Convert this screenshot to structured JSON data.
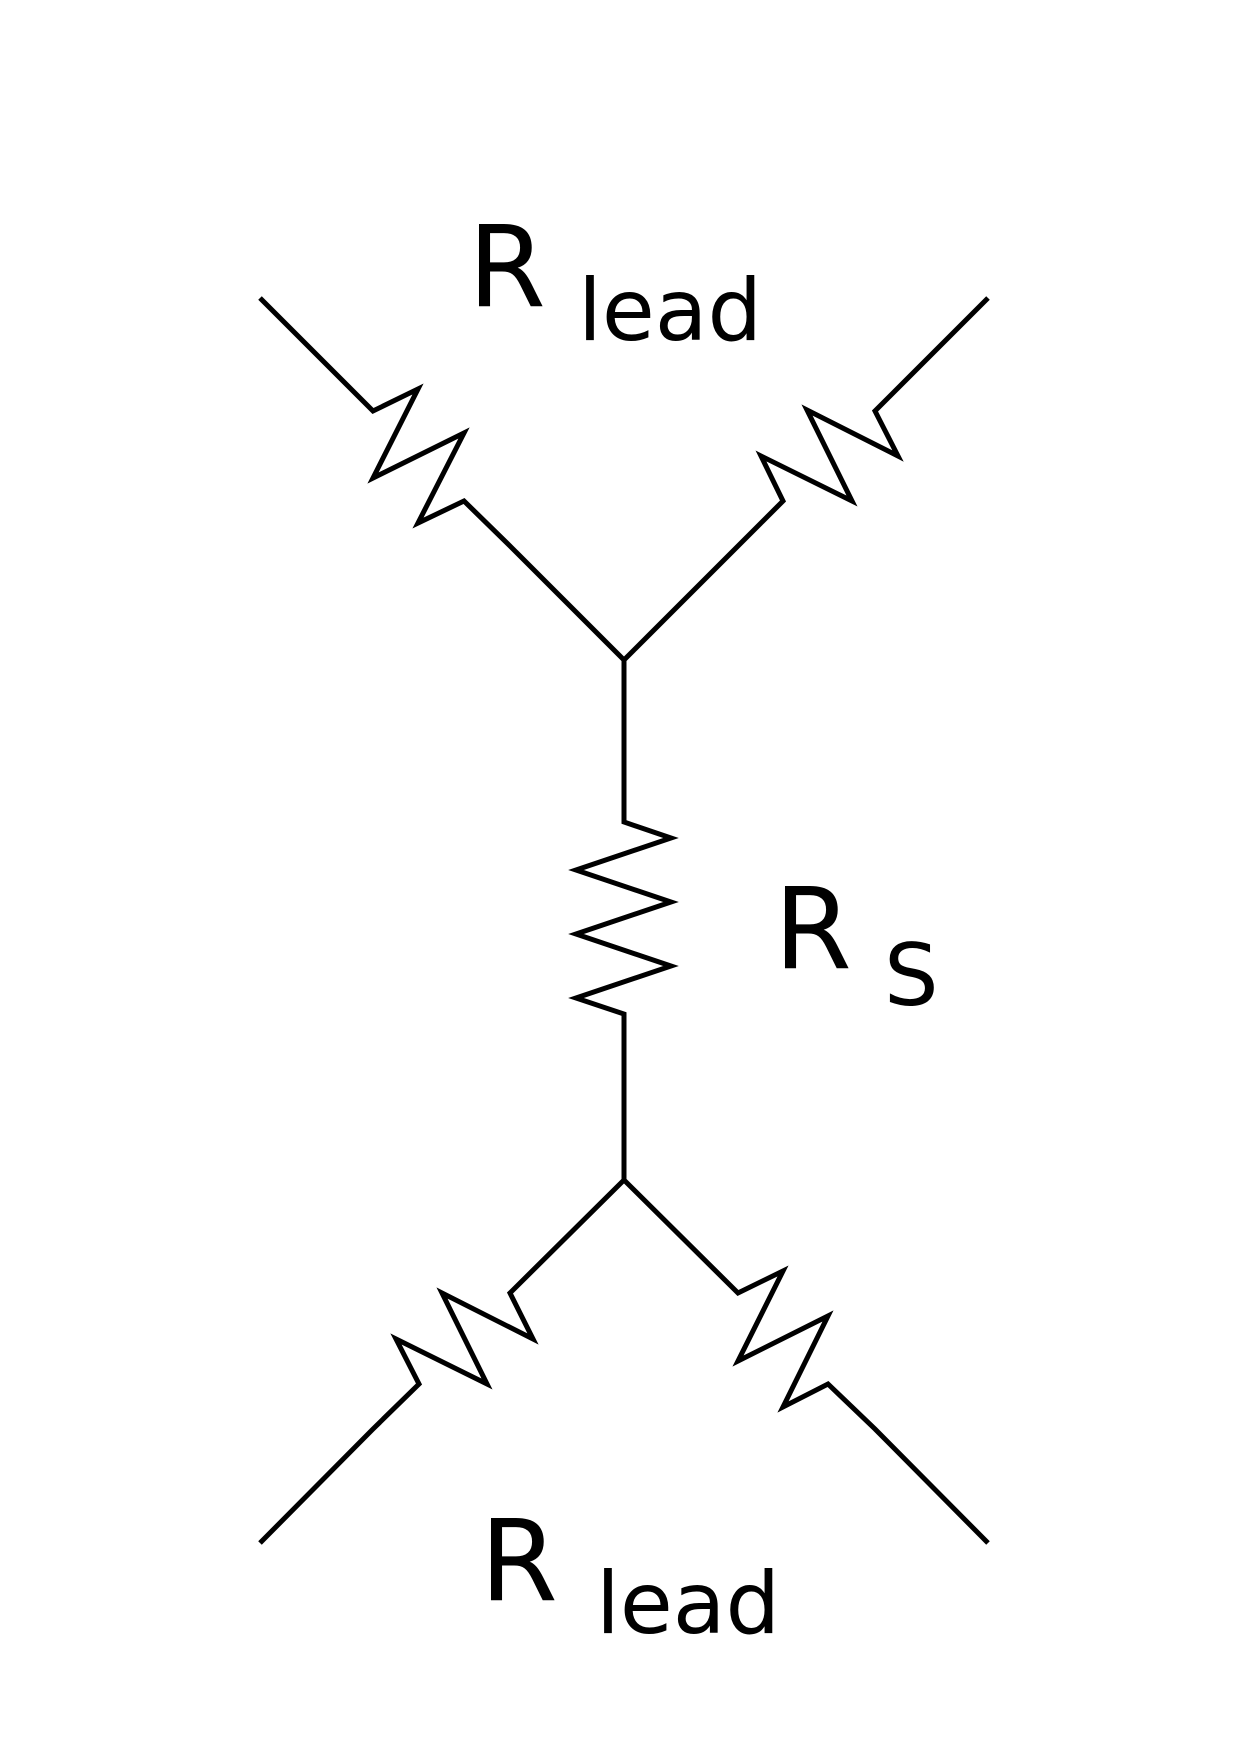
{
  "labels": {
    "top_lead": {
      "main": "R",
      "sub": "lead"
    },
    "series": {
      "main": "R",
      "sub": "S"
    },
    "bottom_lead": {
      "main": "R",
      "sub": "lead"
    }
  },
  "colors": {
    "stroke": "#000000",
    "background": "#ffffff"
  }
}
